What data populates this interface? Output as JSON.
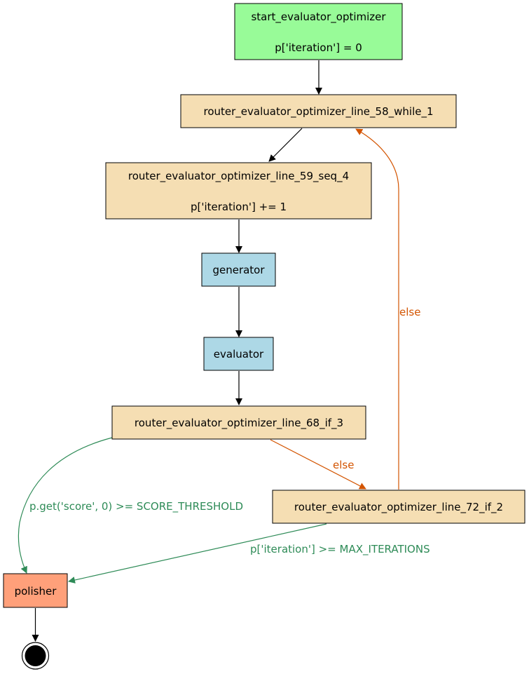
{
  "colors": {
    "start": "#98fb98",
    "router": "#f5deb3",
    "agent": "#add8e6",
    "final": "#ffa07a",
    "edge_default": "#000000",
    "edge_else": "#d35400",
    "edge_condition": "#2e8b57"
  },
  "nodes": {
    "start": {
      "line1": "start_evaluator_optimizer",
      "line2": "p['iteration'] = 0"
    },
    "while1": {
      "label": "router_evaluator_optimizer_line_58_while_1"
    },
    "seq4": {
      "line1": "router_evaluator_optimizer_line_59_seq_4",
      "line2": "p['iteration'] += 1"
    },
    "generator": {
      "label": "generator"
    },
    "evaluator": {
      "label": "evaluator"
    },
    "if3": {
      "label": "router_evaluator_optimizer_line_68_if_3"
    },
    "if2": {
      "label": "router_evaluator_optimizer_line_72_if_2"
    },
    "polisher": {
      "label": "polisher"
    }
  },
  "edges": {
    "if3_to_if2": {
      "label": "else"
    },
    "if2_to_while1": {
      "label": "else"
    },
    "if3_to_polisher": {
      "label": "p.get('score', 0) >= SCORE_THRESHOLD"
    },
    "if2_to_polisher": {
      "label": "p['iteration'] >= MAX_ITERATIONS"
    }
  }
}
